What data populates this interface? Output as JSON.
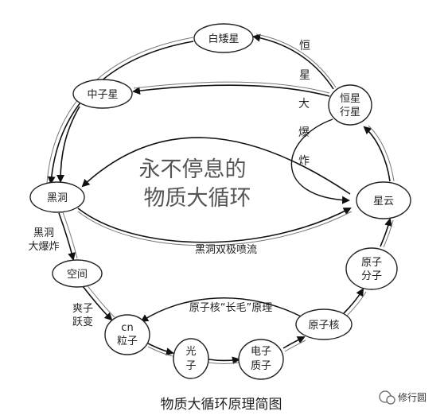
{
  "title": {
    "line1": "永不停息的",
    "line2": "物质大循环"
  },
  "nodes": {
    "white_dwarf": "白矮星",
    "neutron_star": "中子星",
    "black_hole": "黑洞",
    "space": "空间",
    "cn_particle": {
      "line1": "cn",
      "line2": "粒子"
    },
    "photon": {
      "line1": "光",
      "line2": "子"
    },
    "electron_proton": {
      "line1": "电子",
      "line2": "质子"
    },
    "nucleus": "原子核",
    "atom_molecule": {
      "line1": "原子",
      "line2": "分子"
    },
    "nebula": "星云",
    "star_planet": {
      "line1": "恒星",
      "line2": "行星"
    }
  },
  "labels": {
    "supernova": [
      "恒",
      "星",
      "大",
      "爆",
      "炸"
    ],
    "bh_big_bang": [
      "黑洞",
      "大爆炸"
    ],
    "cool_transition": [
      "爽子",
      "跃变"
    ],
    "bh_jet": "黑洞双极喷流",
    "nucleus_principle": "原子核“长毛”原理"
  },
  "caption": "物质大循环原理简图",
  "watermark": {
    "text": "修行圆"
  }
}
